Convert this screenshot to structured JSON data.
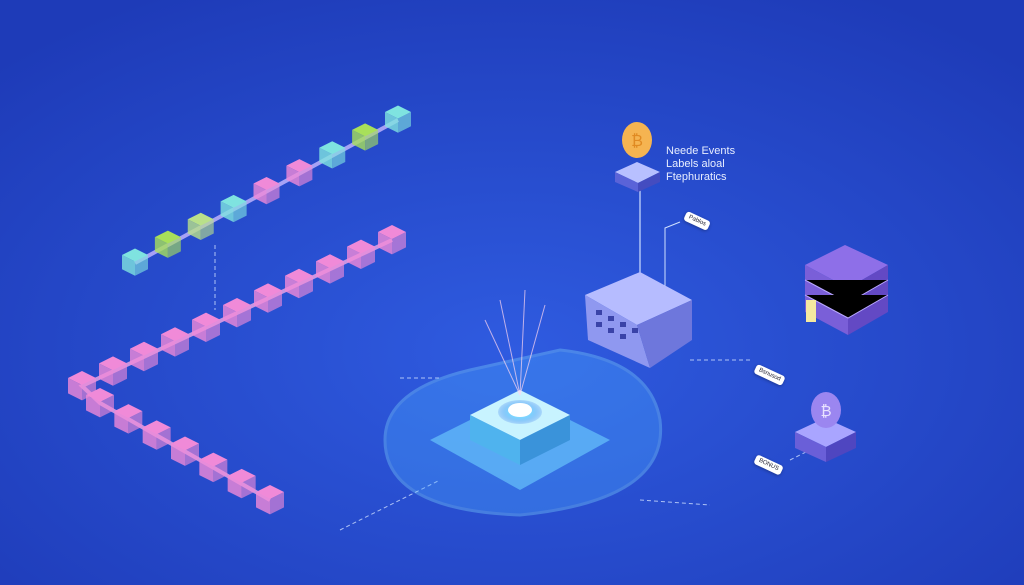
{
  "legend": {
    "lines": [
      "Neede Events",
      "Labels aloal",
      "Ftephuratics"
    ]
  },
  "tags": [
    "Pablos",
    "Bsnusod",
    "BONUS"
  ],
  "coin_symbol": "₿",
  "colors": {
    "background": "#2347c8",
    "chain_pink": "#f08ad8",
    "chain_teal": "#7fe3e0",
    "chain_lime": "#a8e05a",
    "hub_glow": "#7fd8ff",
    "server": "#8f98f0",
    "coin": "#f5b451"
  }
}
